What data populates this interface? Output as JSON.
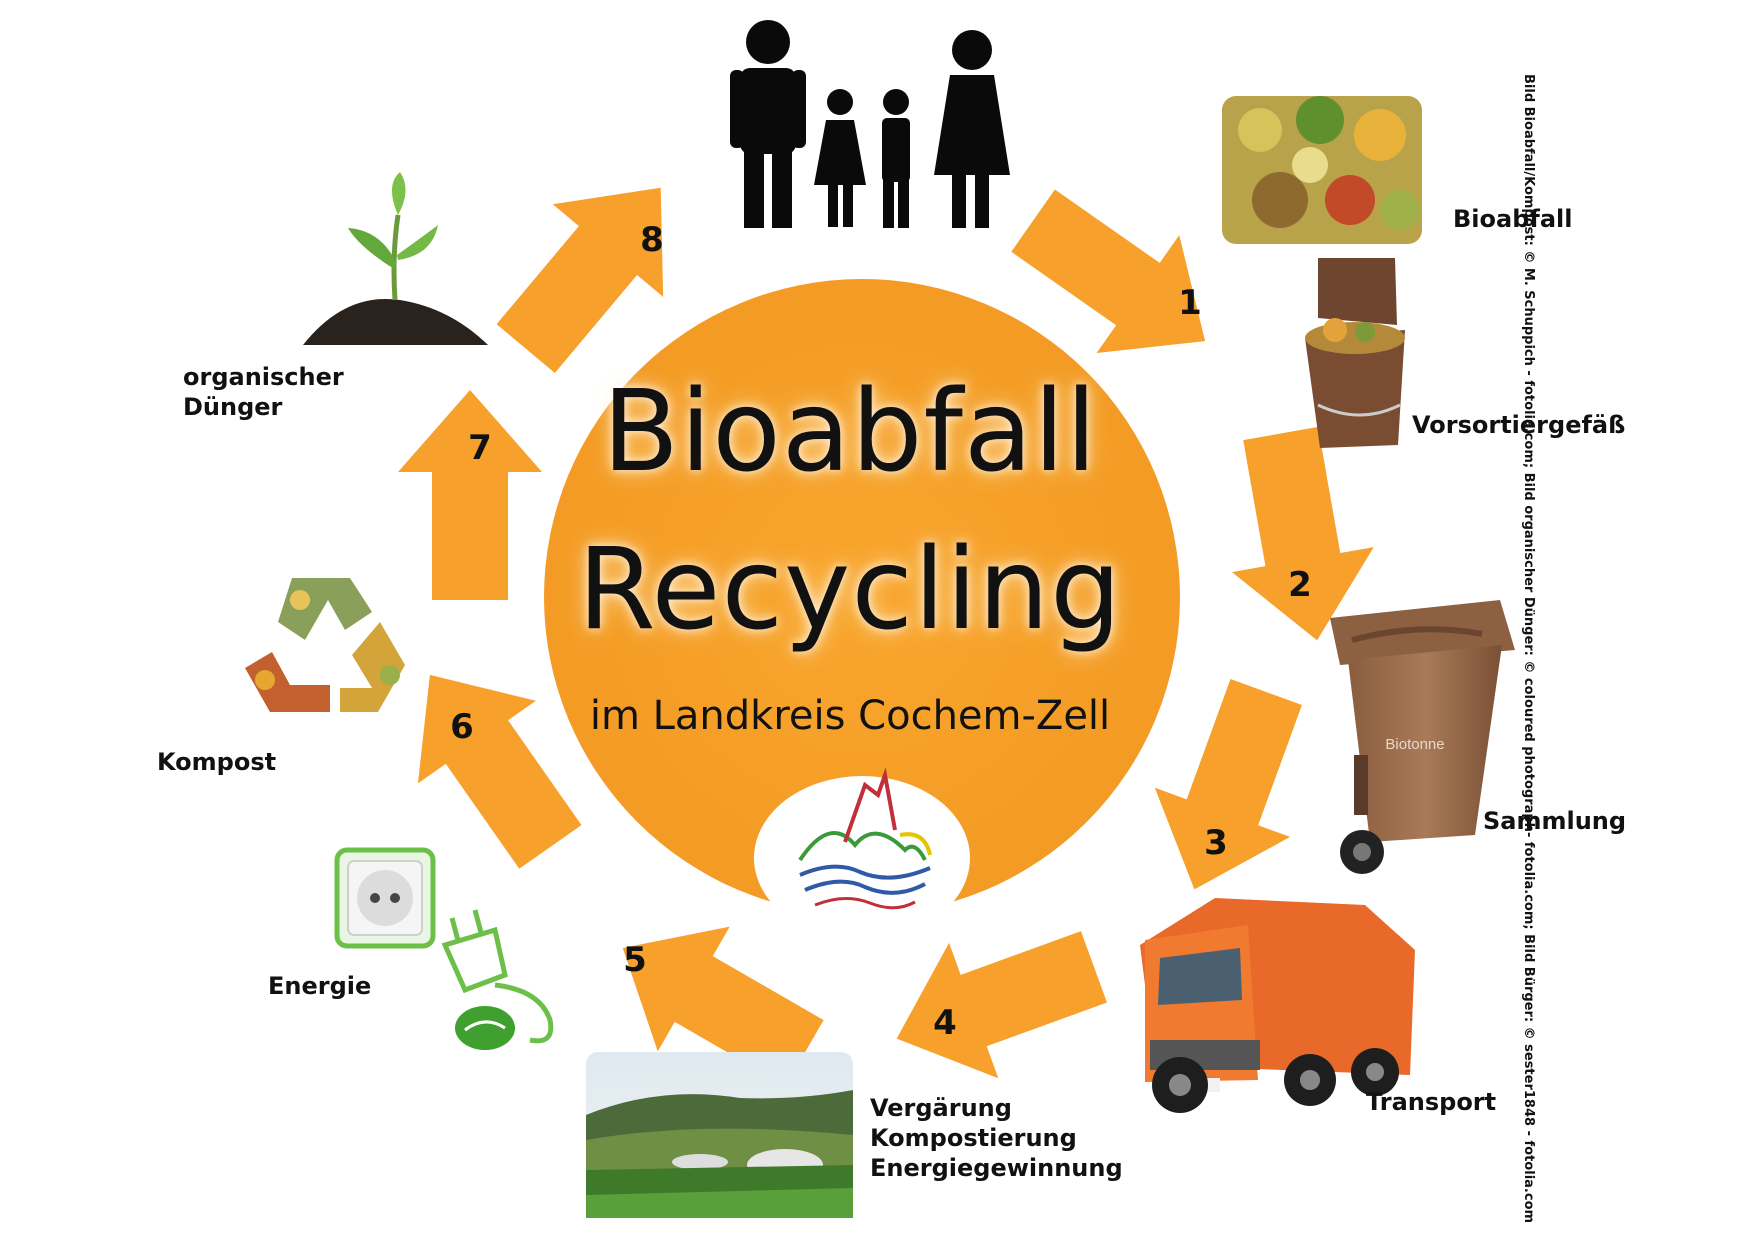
{
  "title_line1": "Bioabfall",
  "title_line2": "Recycling",
  "subtitle": "im Landkreis Cochem-Zell",
  "accent_color": "#F7A02C",
  "steps": [
    {
      "number": "1"
    },
    {
      "number": "2"
    },
    {
      "number": "3"
    },
    {
      "number": "4"
    },
    {
      "number": "5"
    },
    {
      "number": "6"
    },
    {
      "number": "7"
    },
    {
      "number": "8"
    }
  ],
  "labels": {
    "bioabfall": "Bioabfall",
    "vorsortier": "Vorsortiergefäß",
    "sammlung": "Sammlung",
    "transport": "Transport",
    "verg_1": "Vergärung",
    "verg_2": "Kompostierung",
    "verg_3": "Energiegewinnung",
    "energie": "Energie",
    "kompost": "Kompost",
    "duenger_1": "organischer",
    "duenger_2": "Dünger"
  },
  "bin_text": "Biotonne",
  "credit": "Bild Bioabfall/Kompost: © M. Schuppich - fotolia.com; Bild organischer Dünger: © coloured photograph- fotolia.com; Bild Bürger: © sester1848 - fotolia.com",
  "icons": [
    "family-icon",
    "bioabfall-photo",
    "vorsortiergefaess-icon",
    "biotonne-icon",
    "garbage-truck-icon",
    "biogas-plant-photo",
    "power-socket-icon",
    "green-plug-icon",
    "recycle-symbol-icon",
    "sprout-icon",
    "district-logo"
  ]
}
